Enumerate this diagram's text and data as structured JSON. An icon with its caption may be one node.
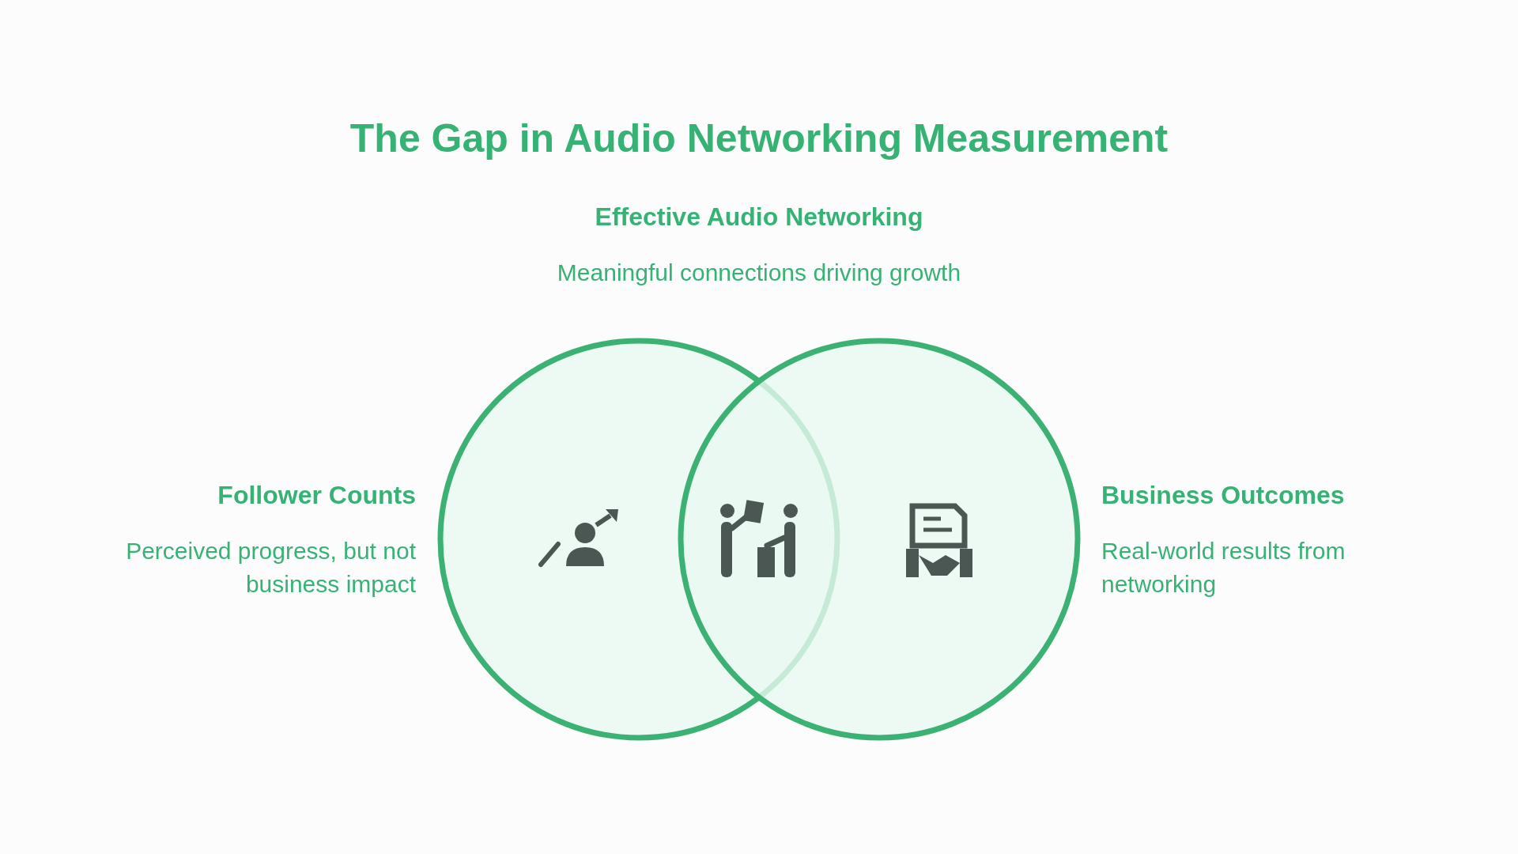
{
  "diagram": {
    "title": "The Gap in Audio Networking Measurement",
    "labels": [
      "Effective Audio Networking",
      "Meaningful connections driving growth",
      "Follower Counts",
      "Perceived progress, but not business impact",
      "Business Outcomes",
      "Real-world results from networking"
    ]
  }
}
